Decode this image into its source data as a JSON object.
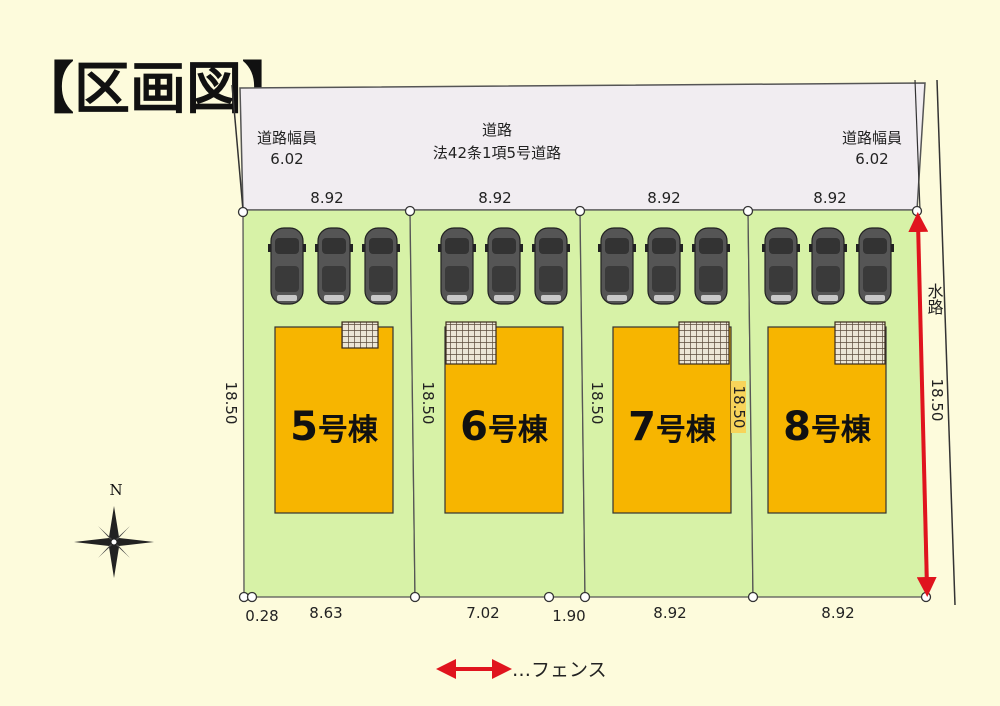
{
  "title": "【区画図】",
  "road": {
    "name": "道路",
    "designation": "法42条1項5号道路",
    "width_label_left": "道路幅員",
    "width_value_left": "6.02",
    "width_label_right": "道路幅員",
    "width_value_right": "6.02"
  },
  "waterway": {
    "label": "水路"
  },
  "compass": {
    "north": "N"
  },
  "lots": [
    {
      "number": "5",
      "suffix": "号棟",
      "frontage": "8.92",
      "depth": "18.50",
      "rear_parts": [
        "0.28",
        "8.63"
      ],
      "cars": 3
    },
    {
      "number": "6",
      "suffix": "号棟",
      "frontage": "8.92",
      "depth": "18.50",
      "rear_parts": [
        "7.02",
        "1.90"
      ],
      "cars": 3
    },
    {
      "number": "7",
      "suffix": "号棟",
      "frontage": "8.92",
      "depth": "18.50",
      "depth_inner": "18.50",
      "rear_parts": [
        "8.92"
      ],
      "cars": 3
    },
    {
      "number": "8",
      "suffix": "号棟",
      "frontage": "8.92",
      "depth": "18.50",
      "rear_parts": [
        "8.92"
      ],
      "cars": 3
    }
  ],
  "legend": {
    "fence_label": "…フェンス"
  },
  "colors": {
    "background": "#fdfbdc",
    "lot_fill": "#d7f2a7",
    "house_fill": "#f7b500",
    "road_fill": "#f1edf1",
    "fence_arrow": "#e0141e"
  }
}
